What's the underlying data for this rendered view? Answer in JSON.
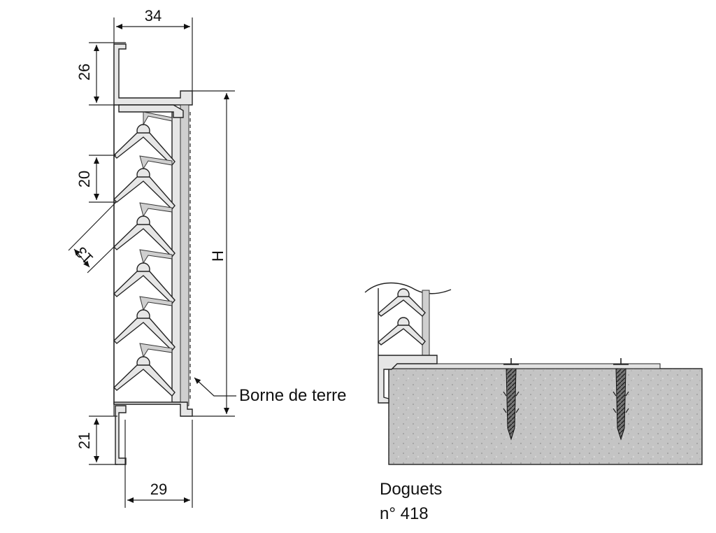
{
  "dimensions": {
    "top_width": "34",
    "top_flange": "26",
    "blade_pitch": "20",
    "blade_thickness": "13",
    "height": "H",
    "bottom_flange": "21",
    "bottom_width": "29"
  },
  "labels": {
    "ground_terminal": "Borne de terre",
    "anchor_line1": "Doguets",
    "anchor_line2": "n° 418"
  },
  "colors": {
    "line": "#222222",
    "profile_fill": "#e6e6e6",
    "concrete": "#bdbdbd"
  }
}
